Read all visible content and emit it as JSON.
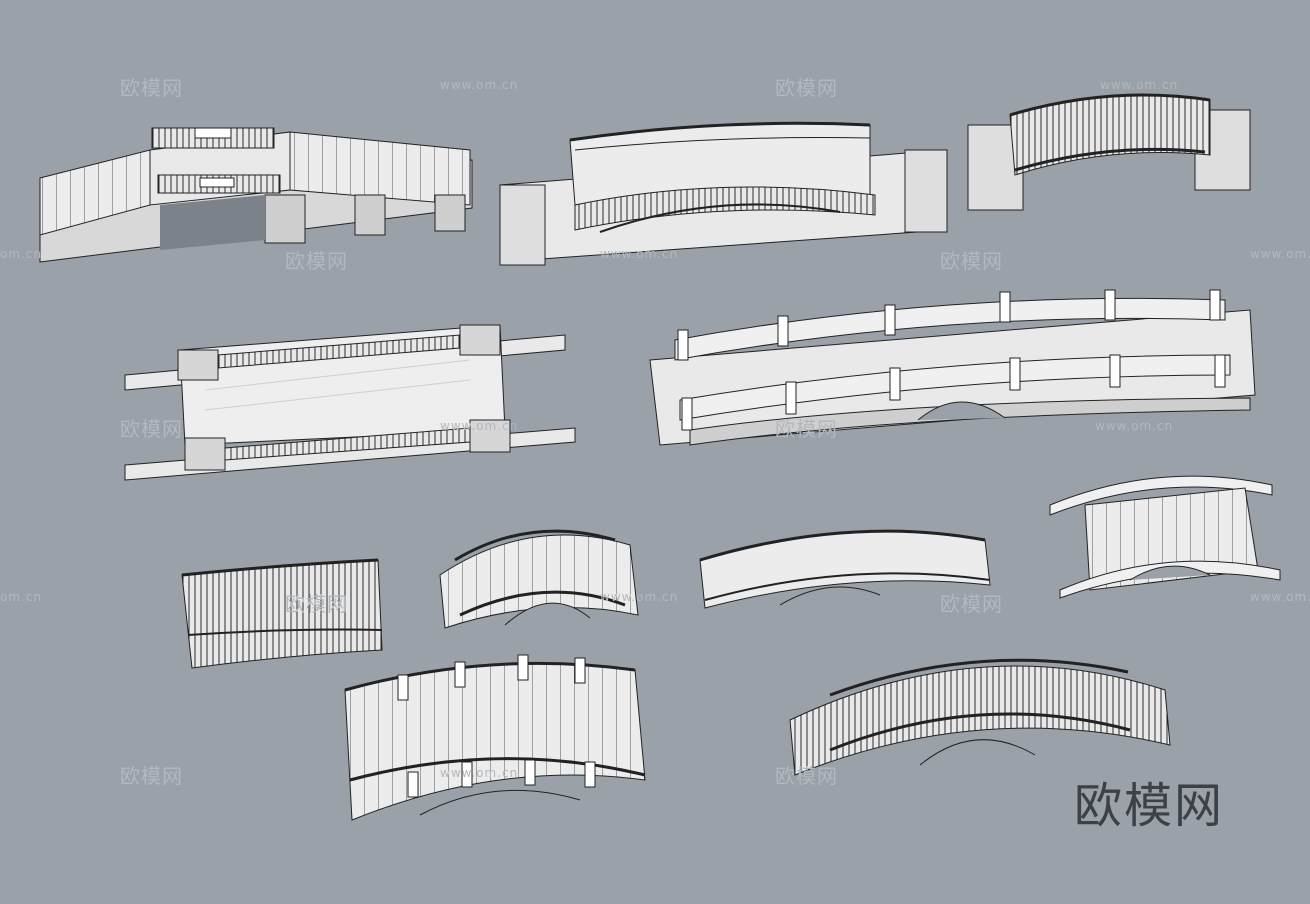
{
  "watermark": {
    "cn": "欧模网",
    "url": "www.om.cn",
    "url_partial": "om.cn"
  },
  "logo": {
    "text": "欧模网"
  },
  "colors": {
    "background": "#9aa1a9",
    "stone": "#e9e9e9",
    "stone_shade": "#cfcfcf",
    "line": "#1e1e1e",
    "shadow": "#6f757c"
  }
}
